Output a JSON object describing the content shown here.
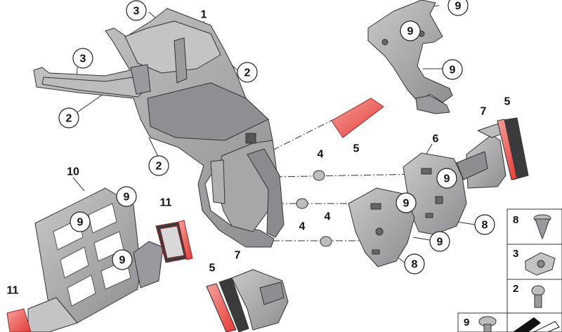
{
  "callouts": [
    {
      "id": "c1",
      "label": "1"
    },
    {
      "id": "c2a",
      "label": "2"
    },
    {
      "id": "c2b",
      "label": "2"
    },
    {
      "id": "c2c",
      "label": "2"
    },
    {
      "id": "c3a",
      "label": "3"
    },
    {
      "id": "c3b",
      "label": "3"
    },
    {
      "id": "c4a",
      "label": "4"
    },
    {
      "id": "c4b",
      "label": "4"
    },
    {
      "id": "c4c",
      "label": "4"
    },
    {
      "id": "c5a",
      "label": "5"
    },
    {
      "id": "c5b",
      "label": "5"
    },
    {
      "id": "c5c",
      "label": "5"
    },
    {
      "id": "c6",
      "label": "6"
    },
    {
      "id": "c7a",
      "label": "7"
    },
    {
      "id": "c7b",
      "label": "7"
    },
    {
      "id": "c8a",
      "label": "8"
    },
    {
      "id": "c8b",
      "label": "8"
    },
    {
      "id": "c9a",
      "label": "9"
    },
    {
      "id": "c9b",
      "label": "9"
    },
    {
      "id": "c9c",
      "label": "9"
    },
    {
      "id": "c9d",
      "label": "9"
    },
    {
      "id": "c9e",
      "label": "9"
    },
    {
      "id": "c9f",
      "label": "9"
    },
    {
      "id": "c9g",
      "label": "9"
    },
    {
      "id": "c9h",
      "label": "9"
    },
    {
      "id": "c9i",
      "label": "9"
    },
    {
      "id": "c10",
      "label": "10"
    },
    {
      "id": "c11a",
      "label": "11"
    },
    {
      "id": "c11b",
      "label": "11"
    }
  ],
  "legend": [
    {
      "id": "l8",
      "label": "8",
      "icon": "screw-pointed-icon"
    },
    {
      "id": "l3",
      "label": "3",
      "icon": "clip-nut-icon"
    },
    {
      "id": "l2",
      "label": "2",
      "icon": "torx-screw-icon"
    },
    {
      "id": "l9",
      "label": "9",
      "icon": "flat-head-screw-icon"
    }
  ],
  "colors": {
    "part_fill": "#a9a9ab",
    "part_dark": "#7c7c80",
    "part_light": "#cfcfd1",
    "reflector": "#e53935",
    "reflector_light": "#f3a3a0",
    "line": "#1a1a1a",
    "leader": "#333333"
  }
}
